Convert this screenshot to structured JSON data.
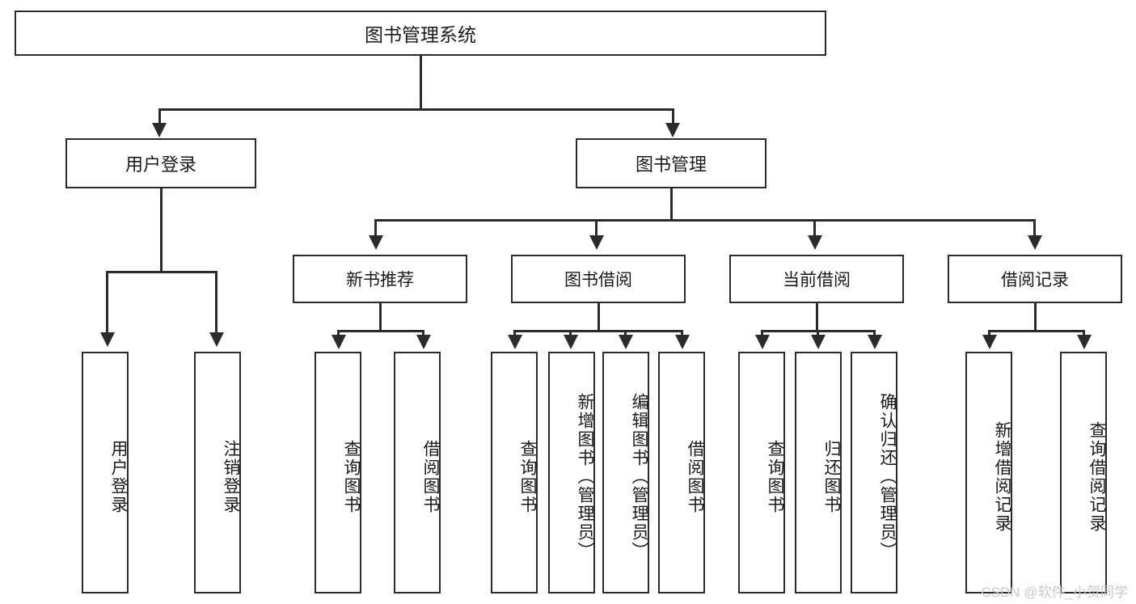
{
  "diagram": {
    "title": "图书管理系统",
    "watermark": "CSDN @软件_小贺同学",
    "root": {
      "label": "图书管理系统"
    },
    "level2": [
      {
        "label": "用户登录"
      },
      {
        "label": "图书管理"
      }
    ],
    "level3": [
      {
        "label": "新书推荐"
      },
      {
        "label": "图书借阅"
      },
      {
        "label": "当前借阅"
      },
      {
        "label": "借阅记录"
      }
    ],
    "leaves": [
      {
        "label": "用户登录"
      },
      {
        "label": "注销登录"
      },
      {
        "label": "查询图书"
      },
      {
        "label": "借阅图书"
      },
      {
        "label": "查询图书"
      },
      {
        "label": "新增图书（管理员）"
      },
      {
        "label": "编辑图书（管理员）"
      },
      {
        "label": "借阅图书"
      },
      {
        "label": "查询图书"
      },
      {
        "label": "归还图书"
      },
      {
        "label": "确认归还（管理员）"
      },
      {
        "label": "新增借阅记录"
      },
      {
        "label": "查询借阅记录"
      }
    ],
    "colors": {
      "stroke": "#2b2b2b",
      "fill": "#ffffff",
      "text": "#1a1a1a",
      "watermark": "#c9c9c9"
    }
  }
}
